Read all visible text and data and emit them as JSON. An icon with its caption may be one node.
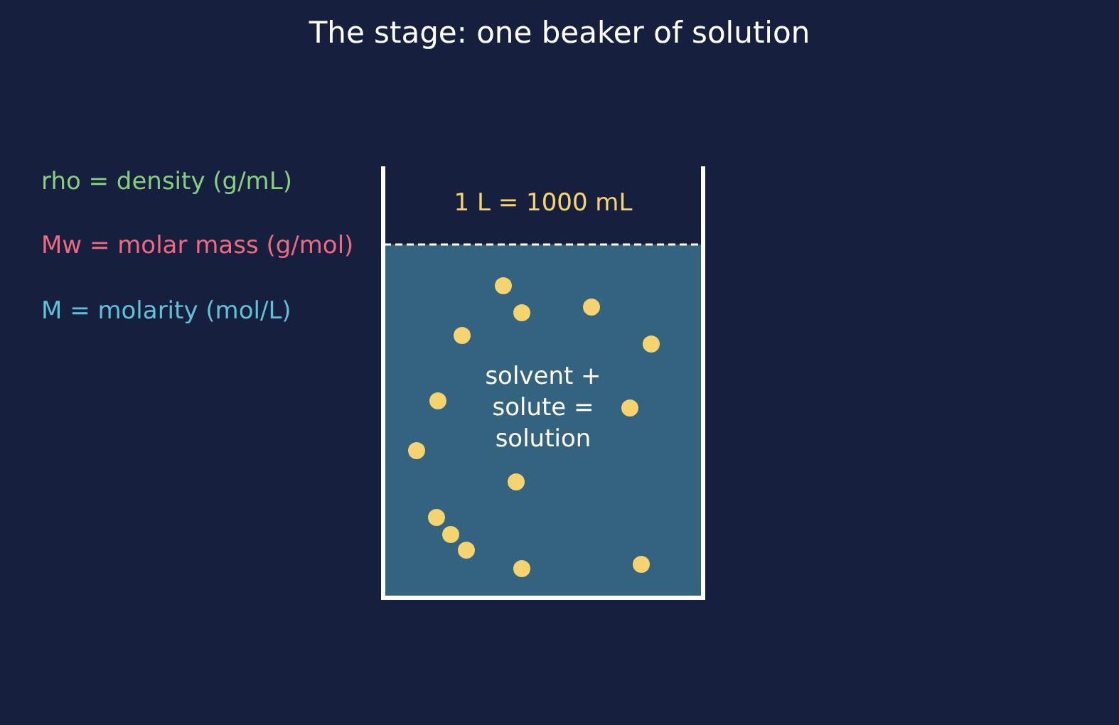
{
  "diagram": {
    "title": "The stage: one beaker of solution",
    "nodes": [
      {
        "text": [
          "1 L = 1000 mL",
          "solvent + solute = solution"
        ]
      }
    ],
    "labels": [
      "rho = density (g/mL)",
      "Mw = molar mass (g/mol)",
      "M = molarity (mol/L)"
    ]
  }
}
